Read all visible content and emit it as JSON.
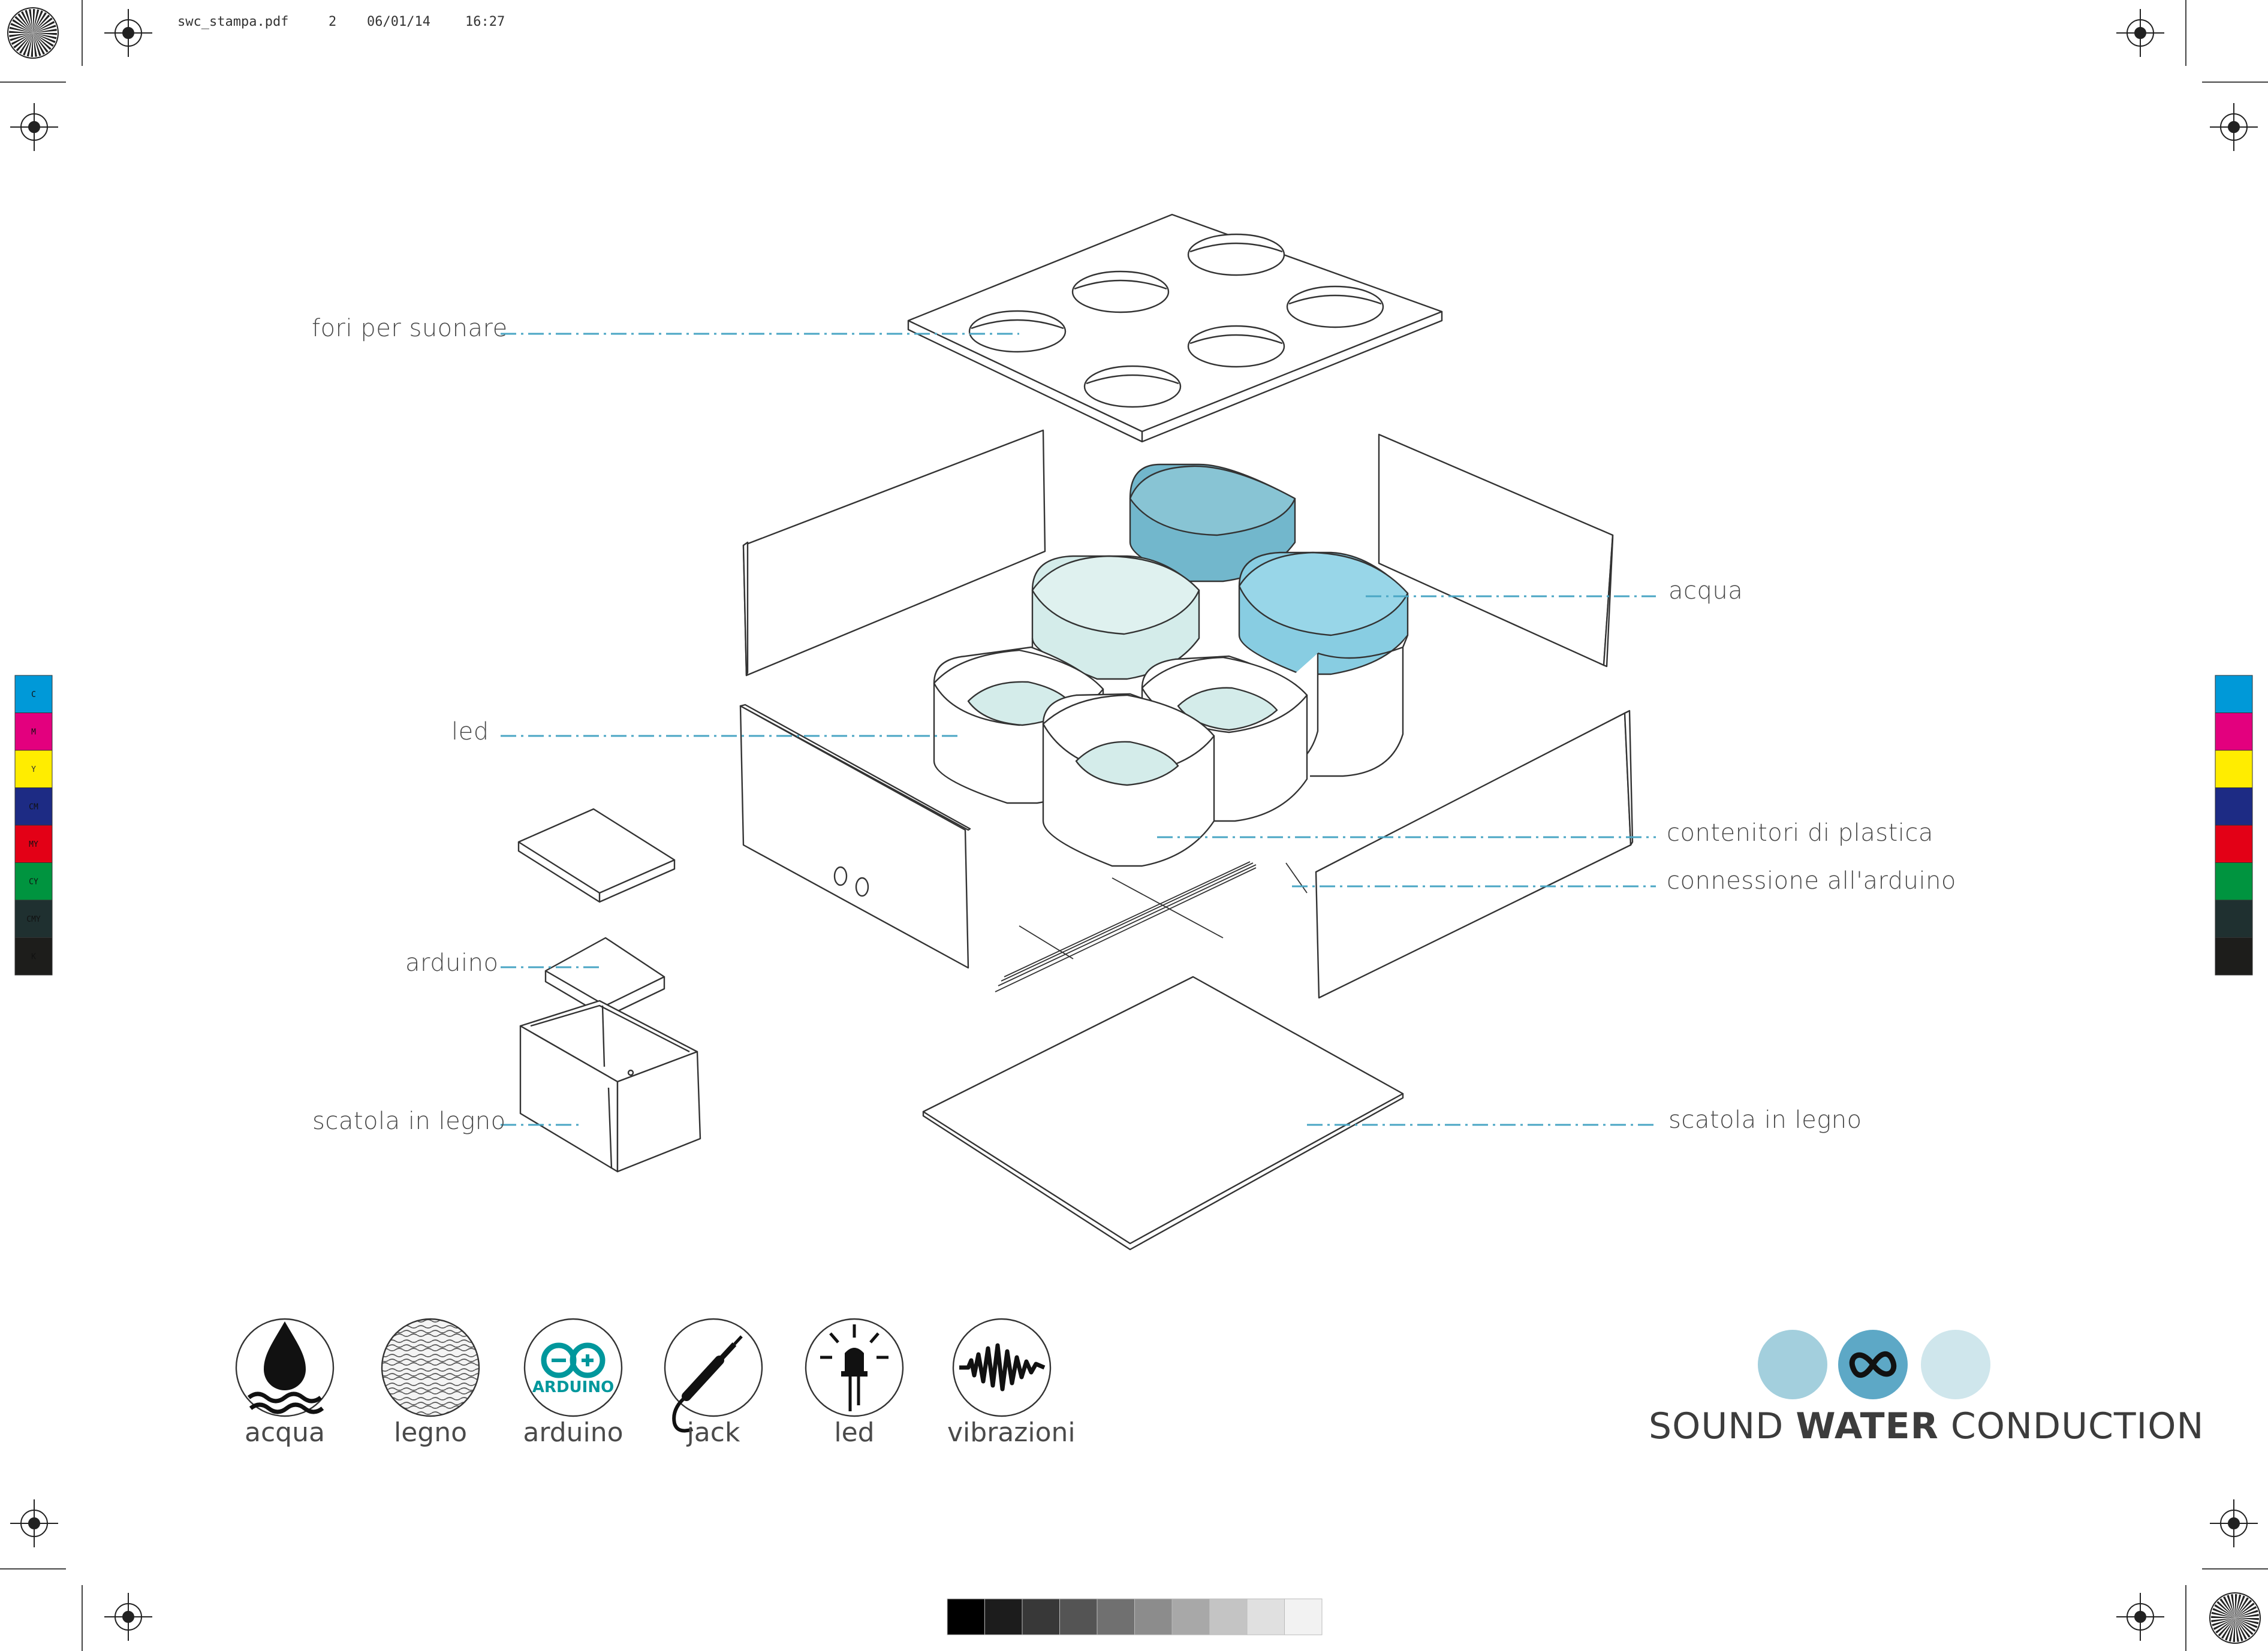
{
  "print_header": {
    "filename": "swc_stampa.pdf",
    "page": "2",
    "date": "06/01/14",
    "time": "16:27"
  },
  "callouts": {
    "holes": "fori per suonare",
    "water": "acqua",
    "led": "led",
    "containers": "contenitori di plastica",
    "arduino_connection": "connessione all'arduino",
    "arduino": "arduino",
    "wood_box_left": "scatola in legno",
    "wood_box_right": "scatola in legno"
  },
  "legend": [
    {
      "icon": "water-drop-icon",
      "label": "acqua"
    },
    {
      "icon": "wood-grain-icon",
      "label": "legno"
    },
    {
      "icon": "arduino-logo-icon",
      "label": "arduino",
      "logo_text": "ARDUINO"
    },
    {
      "icon": "audio-jack-icon",
      "label": "jack"
    },
    {
      "icon": "led-icon",
      "label": "led"
    },
    {
      "icon": "waveform-icon",
      "label": "vibrazioni"
    }
  ],
  "brand": {
    "word1": "SOUND",
    "word2": "WATER",
    "word3": "CONDUCTION"
  },
  "colors": {
    "accent": "#4aa6c4",
    "water_dark": "#72b7cc",
    "water_mid": "#88cde2",
    "water_light": "#d4ecea",
    "brand_circle_1": "#a3cfdd",
    "brand_circle_2": "#5da8c6",
    "brand_circle_3": "#cfe6ec"
  },
  "color_bar_left": [
    "C",
    "M",
    "Y",
    "CM",
    "MY",
    "CY",
    "CMY",
    "K"
  ],
  "color_bar_swatches": [
    "#0099d8",
    "#e3007e",
    "#ffed00",
    "#1d2b84",
    "#e30016",
    "#00943f",
    "#1f3030",
    "#1d1d1b"
  ],
  "gray_ramp": [
    "#000000",
    "#1c1c1c",
    "#383838",
    "#545454",
    "#707070",
    "#8c8c8c",
    "#a8a8a8",
    "#c4c4c4",
    "#e0e0e0",
    "#f2f2f2"
  ]
}
